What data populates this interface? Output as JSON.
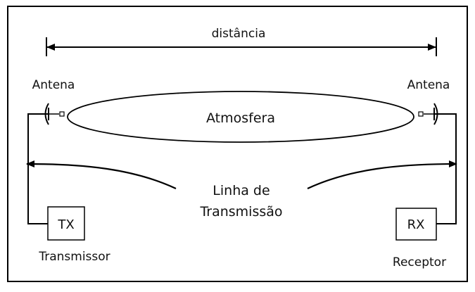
{
  "labels": {
    "distance": "distância",
    "antenna_left": "Antena",
    "antenna_right": "Antena",
    "atmosphere": "Atmosfera",
    "line_1": "Linha de",
    "line_2": "Transmissão",
    "tx": "TX",
    "tx_caption": "Transmissor",
    "rx": "RX",
    "rx_caption": "Receptor"
  },
  "colors": {
    "stroke": "#000000",
    "background": "#ffffff"
  }
}
